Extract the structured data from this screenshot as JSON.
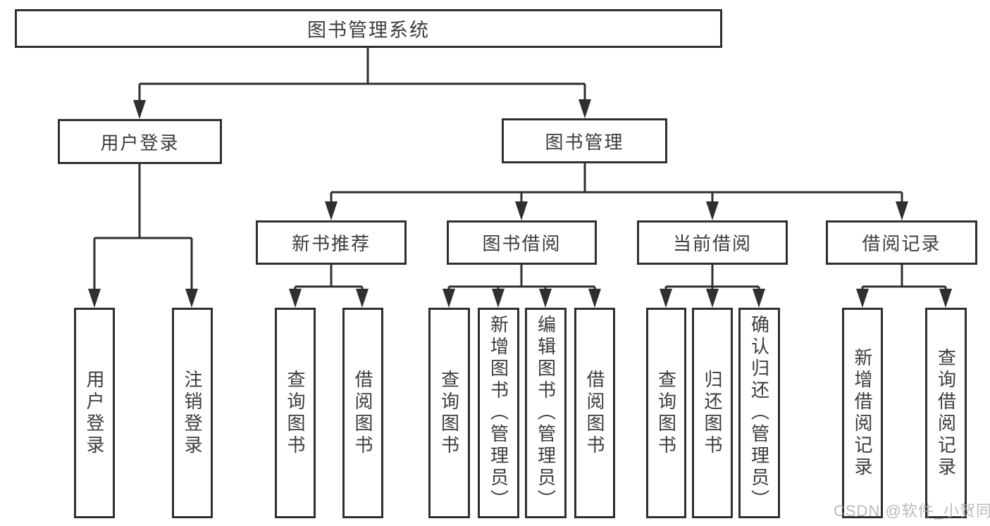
{
  "diagram": {
    "root": "图书管理系统",
    "branches": [
      {
        "label": "用户登录",
        "children": [
          "用户登录",
          "注销登录"
        ]
      },
      {
        "label": "图书管理",
        "children": [
          {
            "label": "新书推荐",
            "children": [
              "查询图书",
              "借阅图书"
            ]
          },
          {
            "label": "图书借阅",
            "children": [
              "查询图书",
              "新增图书（管理员）",
              "编辑图书（管理员）",
              "借阅图书"
            ]
          },
          {
            "label": "当前借阅",
            "children": [
              "查询图书",
              "归还图书",
              "确认归还（管理员）"
            ]
          },
          {
            "label": "借阅记录",
            "children": [
              "新增借阅记录",
              "查询借阅记录"
            ]
          }
        ]
      }
    ]
  },
  "watermark": "CSDN @软件_小贺同学",
  "colors": {
    "line": "#2f2f2f",
    "border": "#2f2f2f",
    "text": "#3c3c3c",
    "background": "#ffffff",
    "watermark": "#a9a9a9"
  }
}
